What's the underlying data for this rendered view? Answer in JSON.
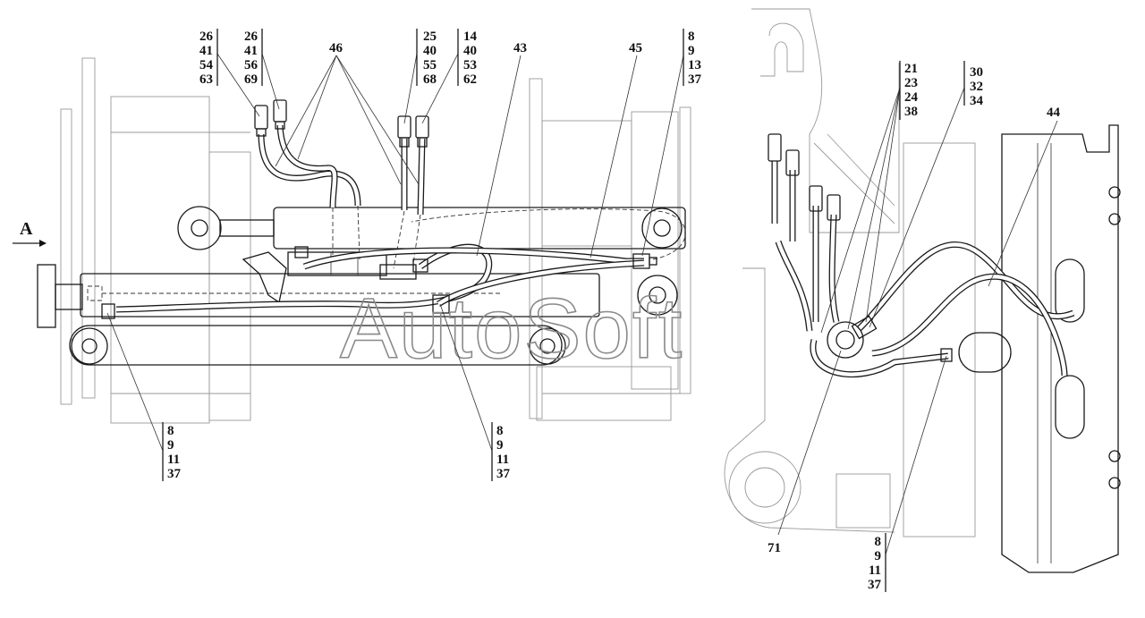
{
  "view_label": "A",
  "watermark": "AutoSoft",
  "callout_stacks": [
    {
      "id": "s1",
      "lines": [
        "26",
        "41",
        "54",
        "63"
      ]
    },
    {
      "id": "s2",
      "lines": [
        "26",
        "41",
        "56",
        "69"
      ]
    },
    {
      "id": "s3",
      "lines": [
        "25",
        "40",
        "55",
        "68"
      ]
    },
    {
      "id": "s4",
      "lines": [
        "14",
        "40",
        "53",
        "62"
      ]
    },
    {
      "id": "s5",
      "lines": [
        "8",
        "9",
        "13",
        "37"
      ]
    },
    {
      "id": "s6",
      "lines": [
        "8",
        "9",
        "11",
        "37"
      ]
    },
    {
      "id": "s7",
      "lines": [
        "8",
        "9",
        "11",
        "37"
      ]
    },
    {
      "id": "s8",
      "lines": [
        "21",
        "23",
        "24",
        "38"
      ]
    },
    {
      "id": "s9",
      "lines": [
        "30",
        "32",
        "34"
      ]
    },
    {
      "id": "s10",
      "lines": [
        "8",
        "9",
        "11",
        "37"
      ]
    }
  ],
  "single_labels": {
    "l46": "46",
    "l43": "43",
    "l45": "45",
    "l44": "44",
    "l71": "71"
  }
}
